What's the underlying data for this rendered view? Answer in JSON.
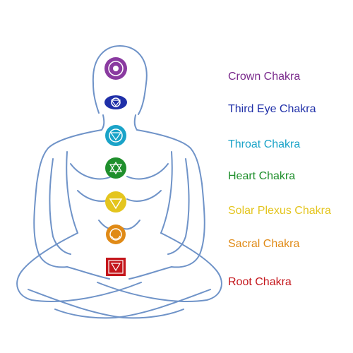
{
  "chakras": [
    {
      "key": "crown",
      "label": "Crown Chakra",
      "color": "#7a2a8c"
    },
    {
      "key": "third-eye",
      "label": "Third Eye Chakra",
      "color": "#1f2fa8"
    },
    {
      "key": "throat",
      "label": "Throat Chakra",
      "color": "#1aa3c8"
    },
    {
      "key": "heart",
      "label": "Heart Chakra",
      "color": "#1f8f2c"
    },
    {
      "key": "solar",
      "label": "Solar Plexus Chakra",
      "color": "#e4c51e"
    },
    {
      "key": "sacral",
      "label": "Sacral Chakra",
      "color": "#e08a16"
    },
    {
      "key": "root",
      "label": "Root Chakra",
      "color": "#c4161c"
    }
  ],
  "figure": {
    "outline_color": "#6f93c8",
    "icon": "meditating-figure-outline"
  }
}
